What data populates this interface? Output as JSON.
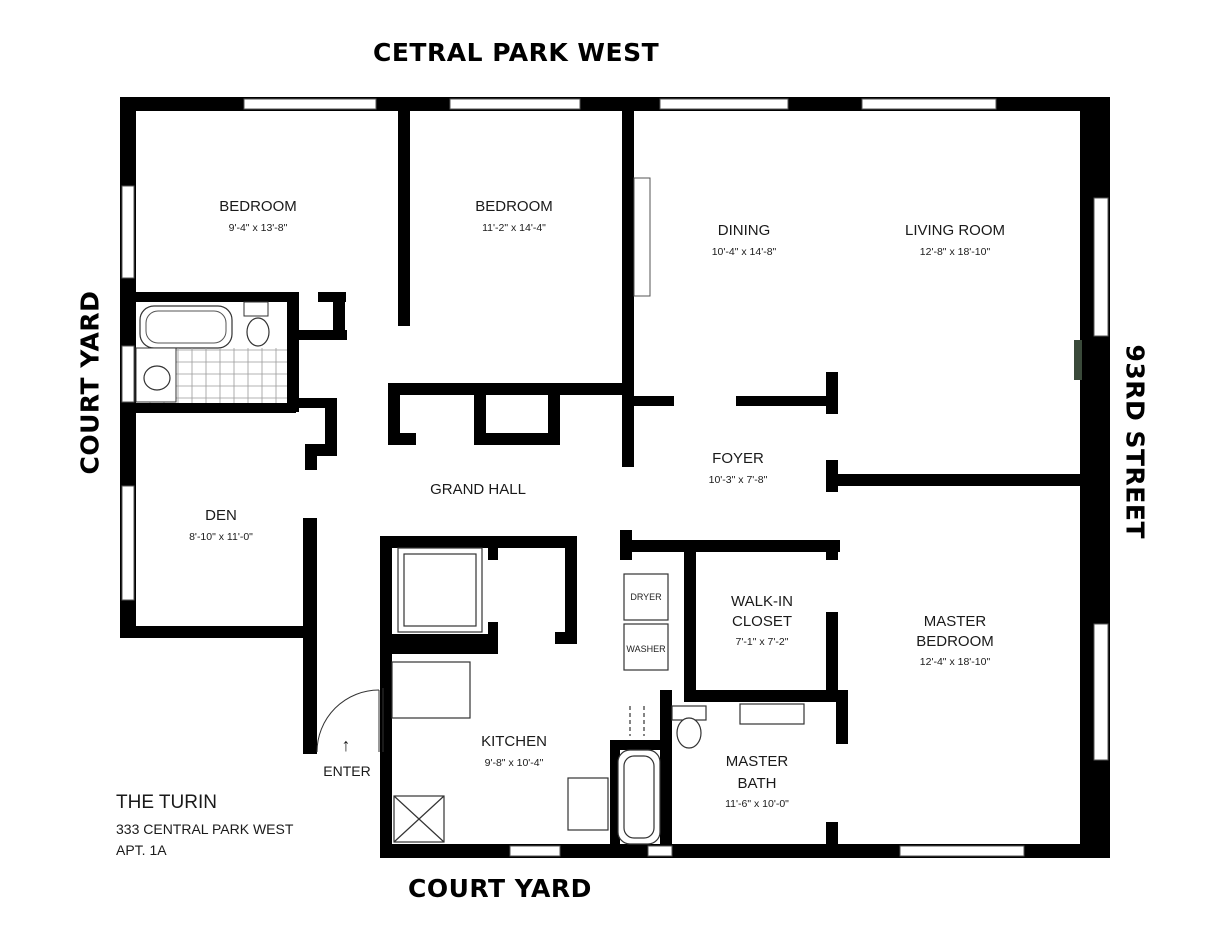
{
  "streets": {
    "top": "CETRAL PARK WEST",
    "left": "COURT YARD",
    "right": "93RD STREET",
    "bottom": "COURT YARD"
  },
  "rooms": {
    "bedroom1": {
      "name": "BEDROOM",
      "dim": "9'-4\" x 13'-8\""
    },
    "bedroom2": {
      "name": "BEDROOM",
      "dim": "11'-2\" x 14'-4\""
    },
    "dining": {
      "name": "DINING",
      "dim": "10'-4\" x 14'-8\""
    },
    "living": {
      "name": "LIVING ROOM",
      "dim": "12'-8\" x 18'-10\""
    },
    "foyer": {
      "name": "FOYER",
      "dim": "10'-3\" x 7'-8\""
    },
    "grand_hall": {
      "name": "GRAND HALL"
    },
    "den": {
      "name": "DEN",
      "dim": "8'-10\" x 11'-0\""
    },
    "walkin": {
      "name1": "WALK-IN",
      "name2": "CLOSET",
      "dim": "7'-1\" x 7'-2\""
    },
    "master_bed": {
      "name1": "MASTER",
      "name2": "BEDROOM",
      "dim": "12'-4\" x 18'-10\""
    },
    "kitchen": {
      "name": "KITCHEN",
      "dim": "9'-8\" x 10'-4\""
    },
    "master_bath": {
      "name1": "MASTER",
      "name2": "BATH",
      "dim": "11'-6\" x 10'-0\""
    }
  },
  "appliances": {
    "dryer": "DRYER",
    "washer": "WASHER"
  },
  "entry": {
    "arrow": "↑",
    "label": "ENTER"
  },
  "building": {
    "name": "THE TURIN",
    "address": "333 CENTRAL PARK WEST",
    "unit": "APT. 1A"
  }
}
